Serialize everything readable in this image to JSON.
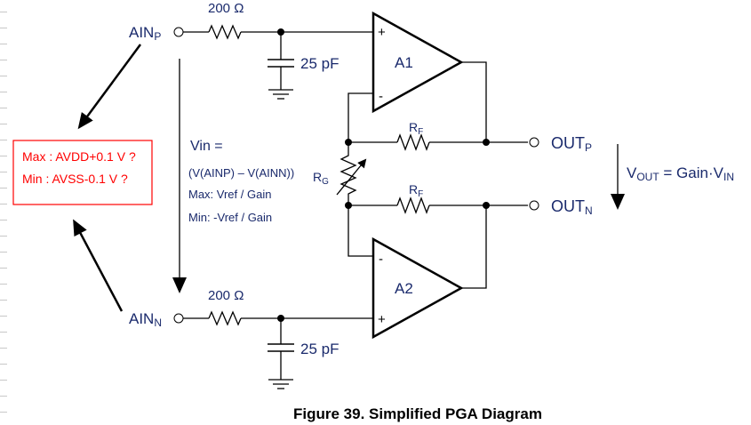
{
  "figure": {
    "caption": "Figure 39.  Simplified PGA Diagram"
  },
  "inputs": {
    "p": {
      "label": "AIN",
      "sub": "P"
    },
    "n": {
      "label": "AIN",
      "sub": "N"
    }
  },
  "components": {
    "r_in_p": "200 Ω",
    "r_in_n": "200 Ω",
    "c_p": "25 pF",
    "c_n": "25 pF",
    "amp1": "A1",
    "amp2": "A2",
    "rf_top": {
      "label": "R",
      "sub": "F"
    },
    "rf_bottom": {
      "label": "R",
      "sub": "F"
    },
    "rg": {
      "label": "R",
      "sub": "G"
    },
    "plus": "+",
    "minus": "-"
  },
  "outputs": {
    "p": {
      "label": "OUT",
      "sub": "P"
    },
    "n": {
      "label": "OUT",
      "sub": "N"
    }
  },
  "vout_equation": {
    "lhs": "V",
    "lhs_sub": "OUT",
    "mid": " = Gain·V",
    "rhs_sub": "IN"
  },
  "vin_note": {
    "title": "Vin =",
    "line1": "(V(AINP) – V(AINN))",
    "line2": "Max: Vref / Gain",
    "line3": "Min: -Vref / Gain"
  },
  "range_box": {
    "line1": "Max : AVDD+0.1 V ?",
    "line2": "Min :  AVSS-0.1 V ?",
    "color": "#ff0000"
  }
}
